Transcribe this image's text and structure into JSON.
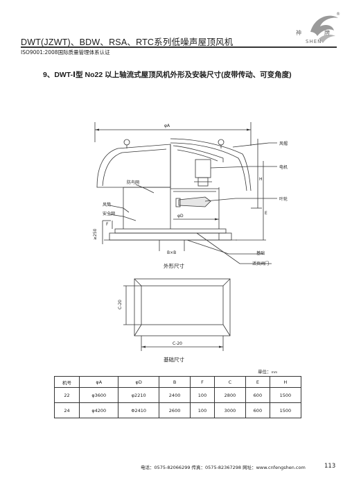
{
  "header": {
    "title": "DWT(JZWT)、BDW、RSA、RTC系列低噪声屋顶风机",
    "subtitle": "ISO9001:2008国际质量管理体系认证",
    "logo_left": "神",
    "logo_right": "牌",
    "logo_brand": "SHEN",
    "logo_mark": "®"
  },
  "section_title": "9、DWT-Ⅰ型 No22 以上轴流式屋顶风机外形及安装尺寸(皮带传动、可变角度)",
  "drawing": {
    "labels": {
      "phiA": "φA",
      "fengmao": "风帽",
      "dianji": "电机",
      "fangniaowang": "防鸟网",
      "yelun": "叶轮",
      "H": "H",
      "fengtong": "风筒",
      "anquanwang": "安全网",
      "phiD": "φD",
      "E": "E",
      "F": "F",
      "ge250": "≥250",
      "jichu": "基础",
      "huoyefamen": "活页阀门",
      "BxB": "B×B"
    },
    "caption_outline": "外形尺寸",
    "base": {
      "c20_side": "C-20",
      "c20_bottom": "C-20",
      "caption": "基础尺寸"
    }
  },
  "table": {
    "unit_label": "单位：",
    "unit_value": "mm",
    "headers": [
      "机号",
      "φA",
      "φD",
      "B",
      "F",
      "C",
      "E",
      "H"
    ],
    "rows": [
      [
        "22",
        "φ3600",
        "φ2210",
        "2400",
        "100",
        "2800",
        "600",
        "1500"
      ],
      [
        "24",
        "φ4200",
        "Φ2410",
        "2600",
        "100",
        "3000",
        "600",
        "1500"
      ]
    ]
  },
  "footer": {
    "contact": "电话：0575-82066299  传真：0575-82367298  网址：www.cnfengshen.com",
    "page_number": "113"
  }
}
